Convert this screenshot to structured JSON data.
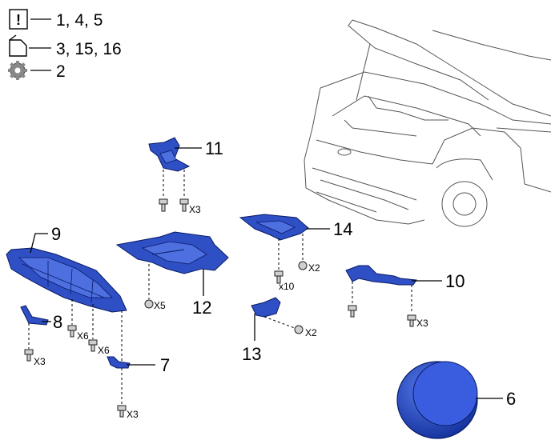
{
  "legend": [
    {
      "icon": "exclamation-box-icon",
      "text": "1, 4, 5"
    },
    {
      "icon": "oil-can-icon",
      "text": "3, 15, 16"
    },
    {
      "icon": "gear-icon",
      "text": "2"
    }
  ],
  "legend_symbol": "!",
  "callouts": {
    "p6": "6",
    "p7": "7",
    "p8": "8",
    "p9": "9",
    "p10": "10",
    "p11": "11",
    "p12": "12",
    "p13": "13",
    "p14": "14"
  },
  "quantities": {
    "q11": "X3",
    "q14_a": "x10",
    "q14_b": "X2",
    "q13": "X2",
    "q10": "X3",
    "q12": "X5",
    "q9_a": "X6",
    "q9_b": "X6",
    "q8": "X3",
    "q7": "X3"
  },
  "colors": {
    "part_blue": "#2f4fc4",
    "part_outline": "#0a1b66"
  }
}
